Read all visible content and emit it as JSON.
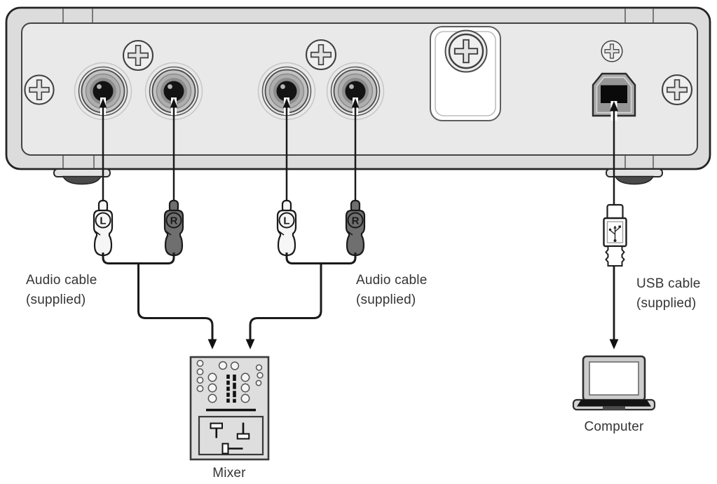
{
  "labels": {
    "audio_cable_left": {
      "line1": "Audio cable",
      "line2": "(supplied)"
    },
    "audio_cable_right": {
      "line1": "Audio cable",
      "line2": "(supplied)"
    },
    "usb_cable": {
      "line1": "USB cable",
      "line2": "(supplied)"
    },
    "mixer": "Mixer",
    "computer": "Computer"
  },
  "plugs": [
    {
      "channel": "L",
      "color": "#f6f6f6"
    },
    {
      "channel": "R",
      "color": "#6f6f6f"
    },
    {
      "channel": "L",
      "color": "#f6f6f6"
    },
    {
      "channel": "R",
      "color": "#6f6f6f"
    }
  ],
  "colors": {
    "background": "#ffffff",
    "device_body": "#dcdcdc",
    "device_panel": "#e9e9e9",
    "outline": "#242424",
    "cable": "#1a1a1a",
    "text": "#343434",
    "usb_port_black": "#0a0a0a",
    "recess_plate": "#ffffff"
  }
}
